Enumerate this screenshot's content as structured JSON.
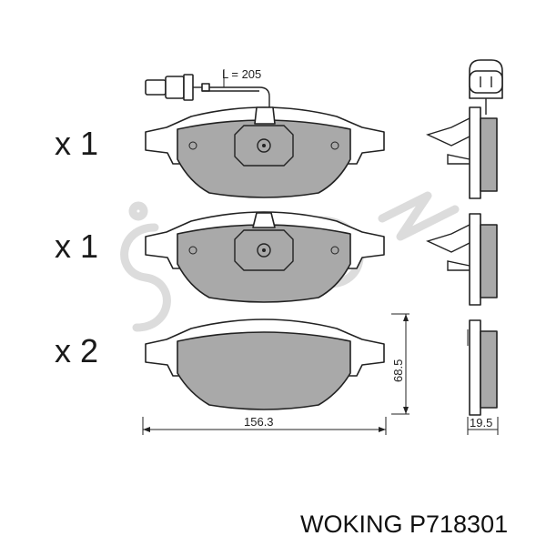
{
  "sensor": {
    "length_label": "L = 205"
  },
  "rows": [
    {
      "quantity": "x 1"
    },
    {
      "quantity": "x 1"
    },
    {
      "quantity": "x 2"
    }
  ],
  "dimensions": {
    "width": "156.3",
    "height": "68.5",
    "thickness": "19.5"
  },
  "caption": {
    "text": "WOKING P718301"
  },
  "colors": {
    "friction_material": "#a9a9a9",
    "outline": "#222222",
    "watermark": "#dcdcdc"
  }
}
